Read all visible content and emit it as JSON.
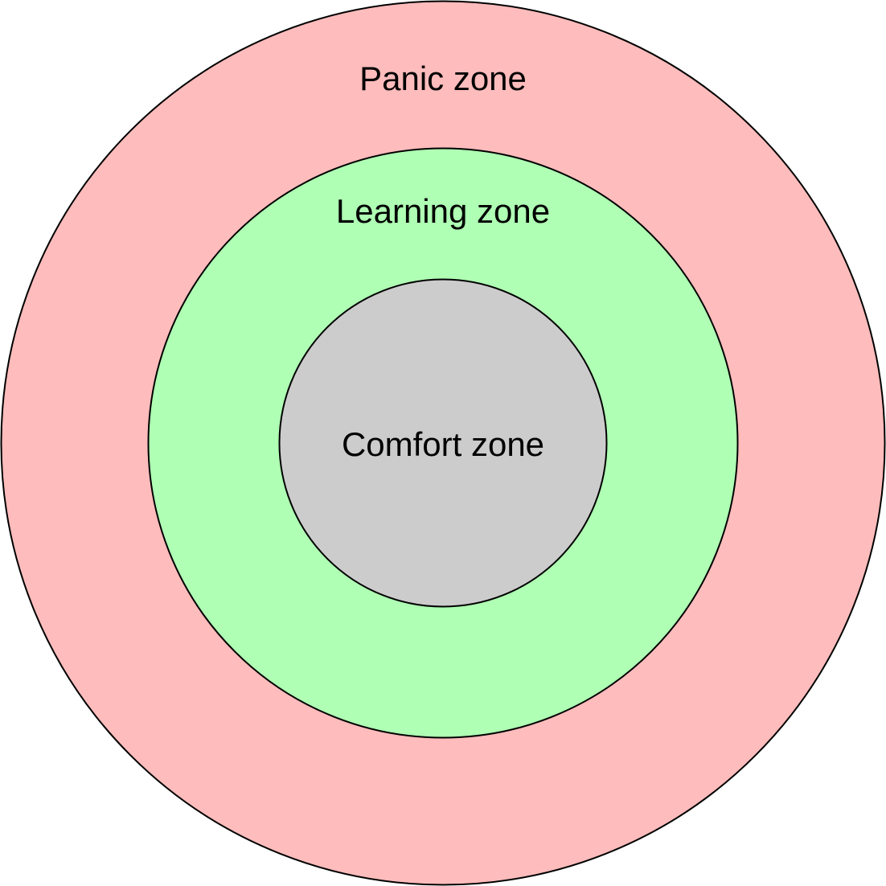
{
  "zones": {
    "panic": {
      "label": "Panic zone",
      "color": "#ffbcbc"
    },
    "learning": {
      "label": "Learning zone",
      "color": "#afffb4"
    },
    "comfort": {
      "label": "Comfort zone",
      "color": "#cccccc"
    }
  },
  "outline_color": "#000000"
}
